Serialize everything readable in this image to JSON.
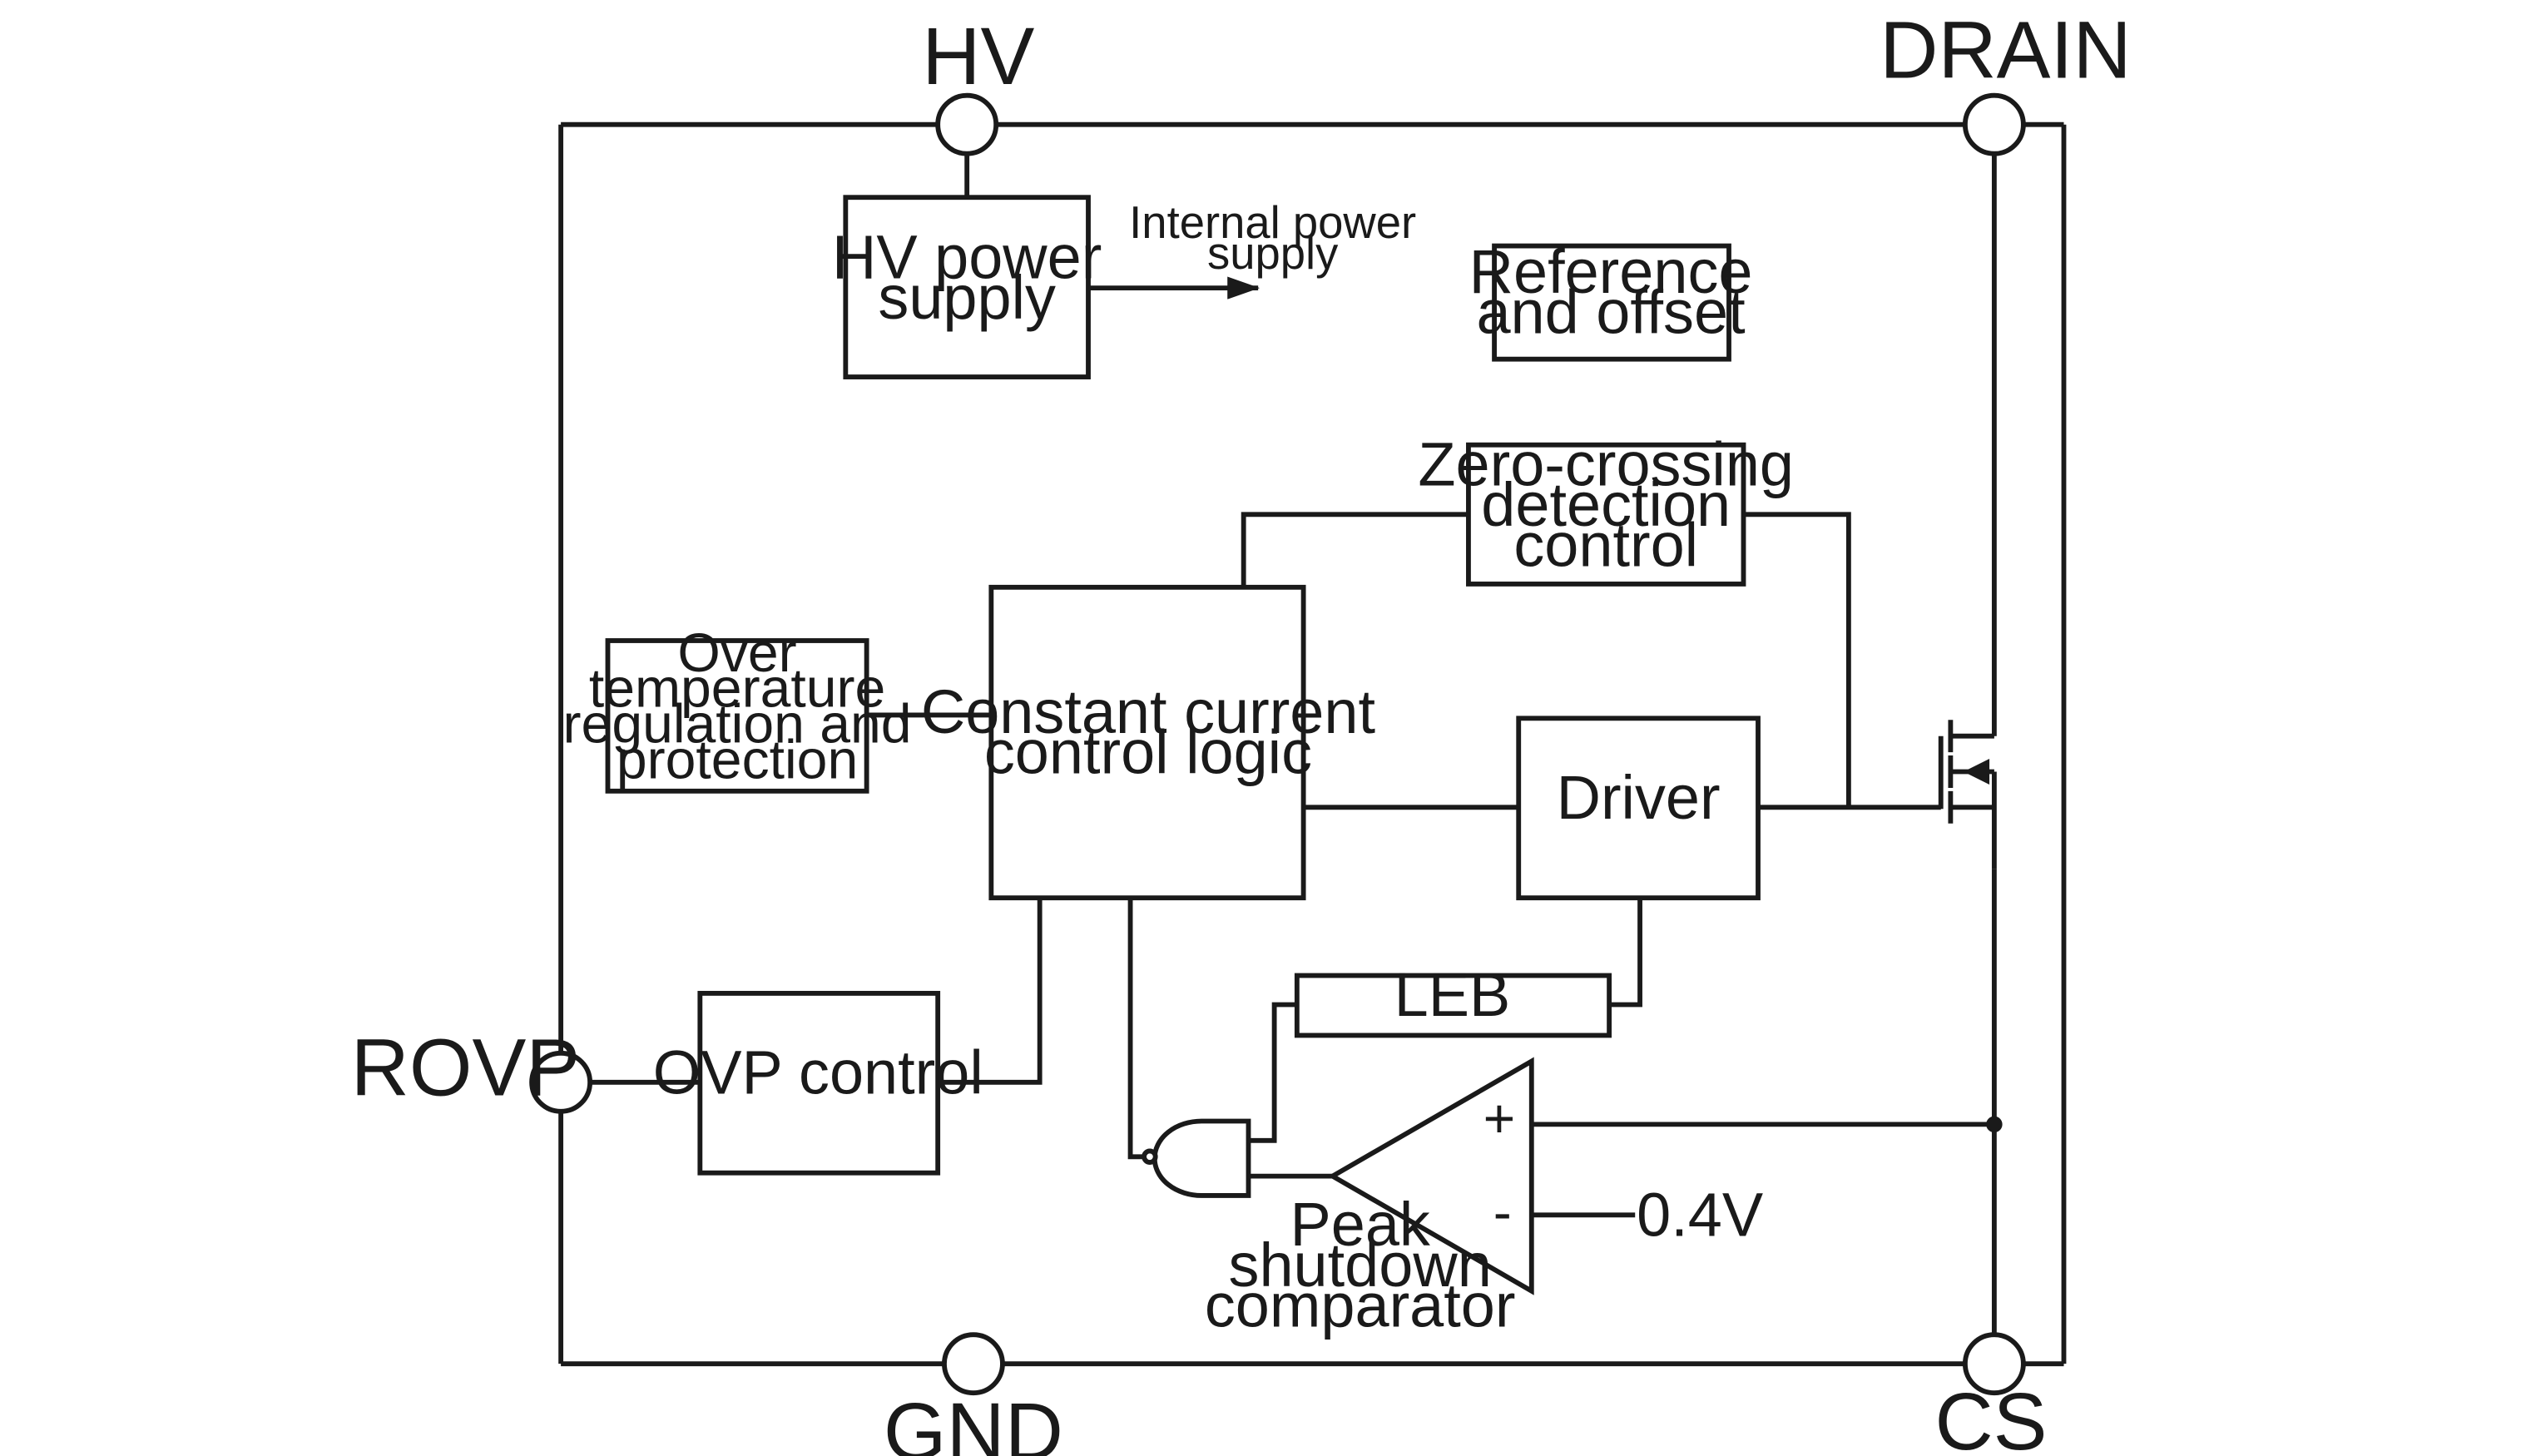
{
  "pins": {
    "hv": "HV",
    "drain": "DRAIN",
    "rovp": "ROVP",
    "gnd": "GND",
    "cs": "CS"
  },
  "blocks": {
    "hv_power_supply": [
      "HV power",
      "supply"
    ],
    "reference_offset": [
      "Reference",
      "and offset"
    ],
    "zero_crossing": [
      "Zero-crossing",
      "detection",
      "control"
    ],
    "over_temperature": [
      "Over",
      "temperature",
      "regulation and",
      "protection"
    ],
    "constant_current": [
      "Constant current",
      "control logic"
    ],
    "driver": "Driver",
    "leb": "LEB",
    "ovp_control": "OVP control"
  },
  "labels": {
    "internal_power": [
      "Internal power",
      "supply"
    ],
    "comparator": [
      "Peak",
      "shutdown",
      "comparator"
    ],
    "plus": "+",
    "minus": "-",
    "reference_voltage": "0.4V"
  }
}
